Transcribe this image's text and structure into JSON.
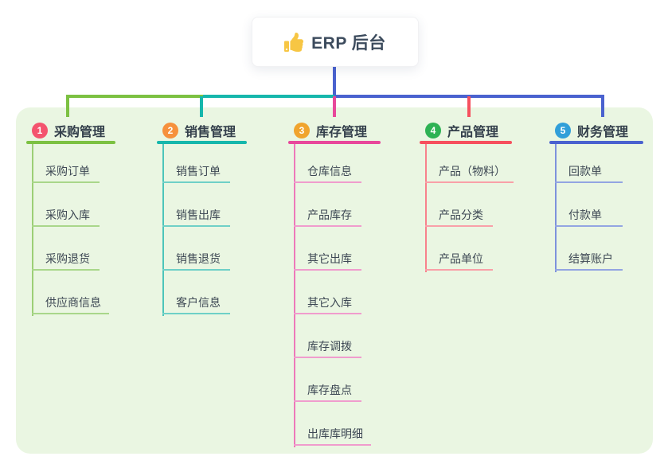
{
  "root": {
    "label": "ERP 后台",
    "icon": "thumbs-up-icon",
    "icon_color": "#f7c644"
  },
  "colors": {
    "panel_bg": "#eaf6e2",
    "root_connector": "#4a62cf",
    "bus_segment_left": "#7cc142",
    "bus_segment_middle": "#16b7ac",
    "bus_segment_right": "#4a62cf"
  },
  "branches": [
    {
      "badge": "1",
      "badge_color": "#f4546e",
      "label": "采购管理",
      "line_color": "#7cc142",
      "mid_color": "#9ccf76",
      "light_color": "#a9d78a",
      "items": [
        "采购订单",
        "采购入库",
        "采购退货",
        "供应商信息"
      ]
    },
    {
      "badge": "2",
      "badge_color": "#f6913d",
      "label": "销售管理",
      "line_color": "#16b7ac",
      "mid_color": "#4cc5ba",
      "light_color": "#6fd0c7",
      "items": [
        "销售订单",
        "销售出库",
        "销售退货",
        "客户信息"
      ]
    },
    {
      "badge": "3",
      "badge_color": "#f0a42e",
      "label": "库存管理",
      "line_color": "#e8489b",
      "mid_color": "#ee79ba",
      "light_color": "#f09ccd",
      "items": [
        "仓库信息",
        "产品库存",
        "其它出库",
        "其它入库",
        "库存调拨",
        "库存盘点",
        "出库库明细"
      ]
    },
    {
      "badge": "4",
      "badge_color": "#2eb254",
      "label": "产品管理",
      "line_color": "#f6505e",
      "mid_color": "#f8828c",
      "light_color": "#f9a0a8",
      "items": [
        "产品（物料）",
        "产品分类",
        "产品单位"
      ]
    },
    {
      "badge": "5",
      "badge_color": "#319fd9",
      "label": "财务管理",
      "line_color": "#4a62cf",
      "mid_color": "#7e92dc",
      "light_color": "#93a5e2",
      "items": [
        "回款单",
        "付款单",
        "结算账户"
      ]
    }
  ]
}
